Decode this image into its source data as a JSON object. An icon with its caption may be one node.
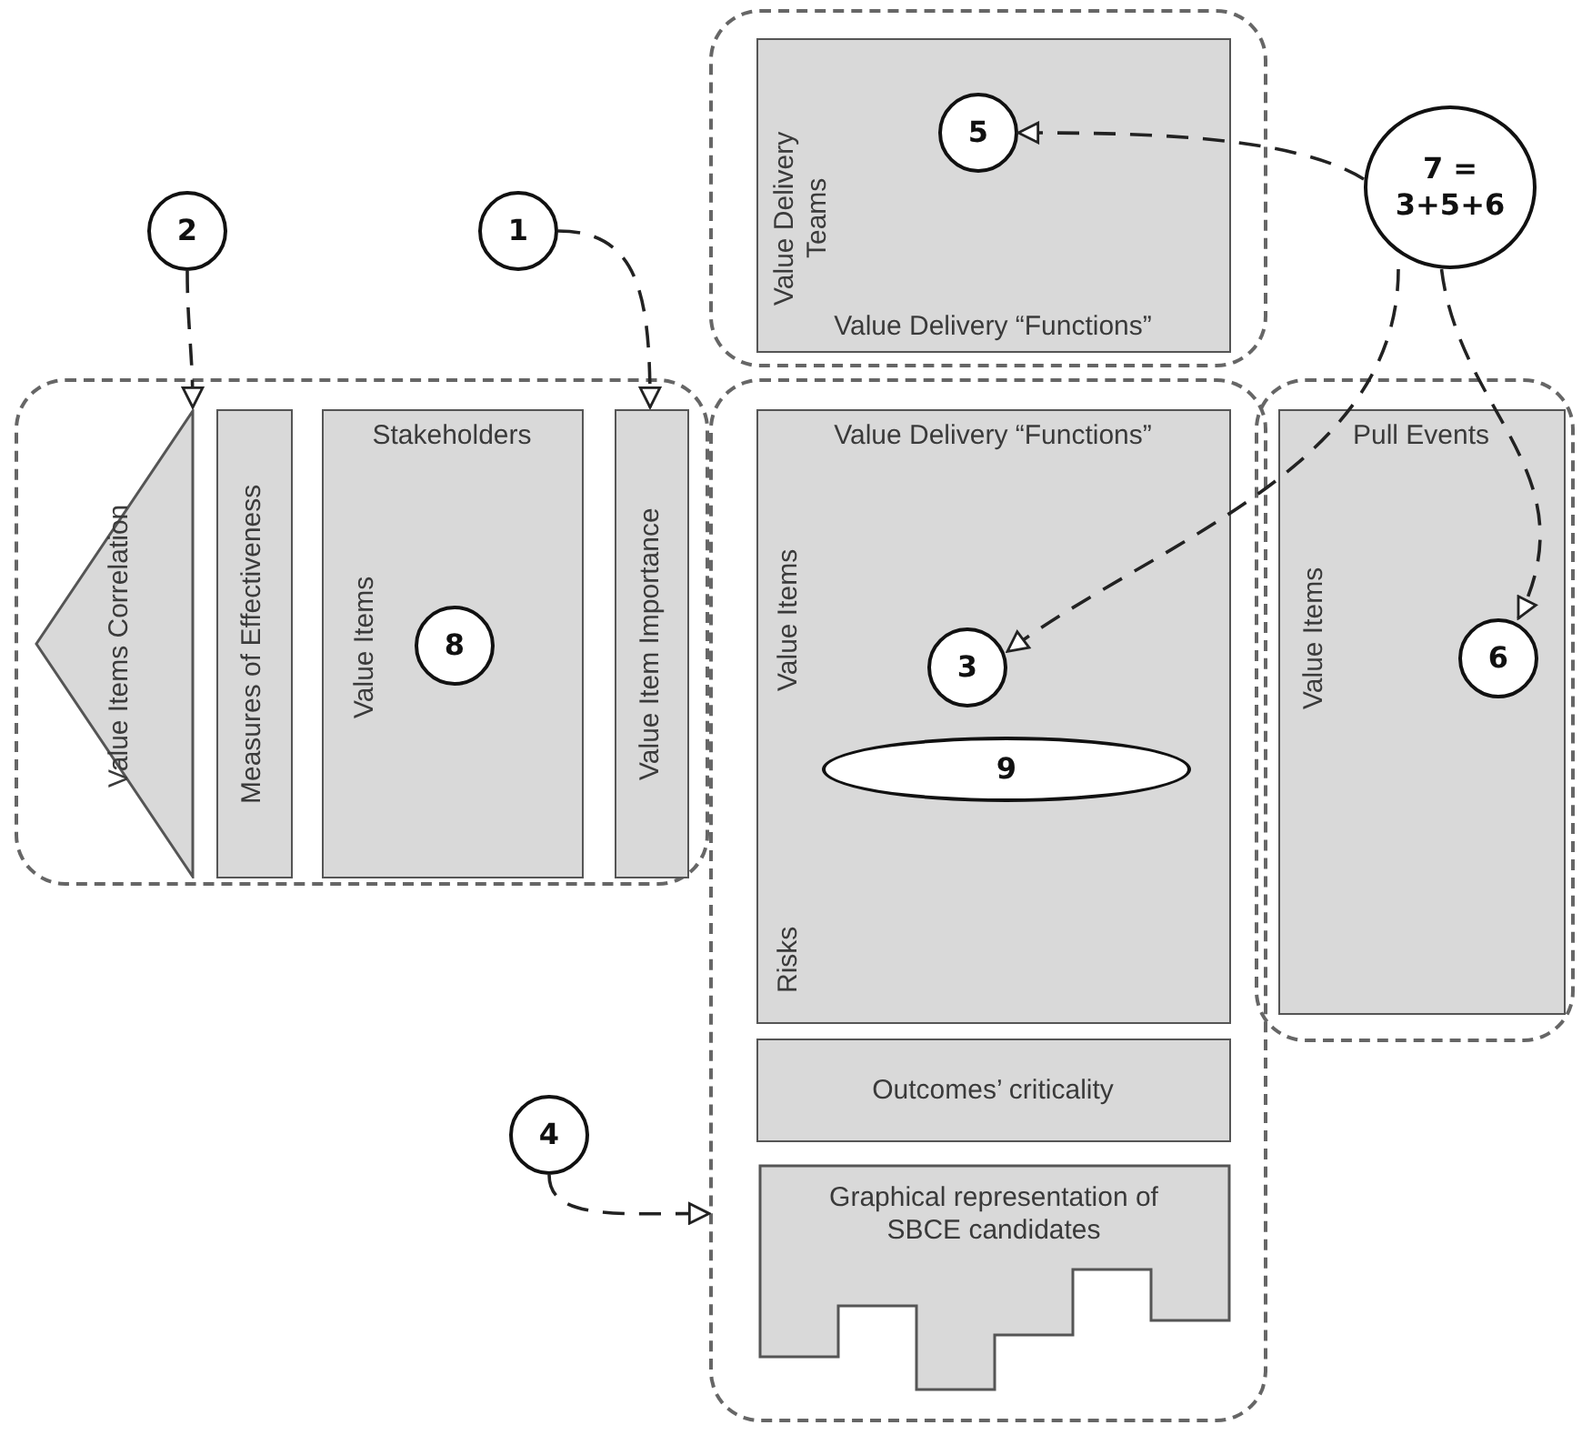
{
  "diagram": {
    "nodes": [
      {
        "text": [],
        "shape": "box"
      },
      {
        "text": [
          "Value Delivery Teams",
          "Value Delivery “Functions”"
        ],
        "in": 0
      },
      {
        "text": [
          "5"
        ],
        "in": 1
      },
      {
        "text": [
          "7 = 3+5+6"
        ]
      },
      {
        "text": [
          "2"
        ]
      },
      {
        "text": [
          "1"
        ]
      },
      {
        "text": [],
        "shape": "box"
      },
      {
        "text": [
          "Value Items Correlation"
        ],
        "in": 6
      },
      {
        "text": [
          "Measures of Effectiveness"
        ],
        "in": 6
      },
      {
        "text": [
          "Stakeholders",
          "Value Items"
        ],
        "in": 6
      },
      {
        "text": [
          "8"
        ],
        "in": 9
      },
      {
        "text": [
          "Value Item Importance"
        ],
        "in": 6
      },
      {
        "text": [],
        "shape": "box"
      },
      {
        "text": [
          "Value Delivery “Functions”",
          "Value Items",
          "Risks"
        ],
        "in": 12
      },
      {
        "text": [
          "3"
        ],
        "in": 13
      },
      {
        "text": [
          "9"
        ],
        "in": 13
      },
      {
        "text": [
          "Outcomes’ criticality"
        ],
        "in": 12
      },
      {
        "text": [
          "Graphical representation of SBCE candidates"
        ],
        "in": 12
      },
      {
        "text": [],
        "shape": "box"
      },
      {
        "text": [
          "Pull Events",
          "Value Items"
        ],
        "in": 18
      },
      {
        "text": [
          "6"
        ],
        "in": 19
      },
      {
        "text": [
          "4"
        ]
      }
    ],
    "edges": [
      {
        "from": 3,
        "to": 2,
        "arrow": "to",
        "style": "dashed"
      },
      {
        "from": 4,
        "to": 7,
        "arrow": "to",
        "style": "dashed"
      },
      {
        "from": 5,
        "to": 11,
        "arrow": "to",
        "style": "dashed"
      },
      {
        "from": 3,
        "to": 14,
        "arrow": "to",
        "style": "dashed"
      },
      {
        "from": 3,
        "to": 20,
        "arrow": "to",
        "style": "dashed"
      },
      {
        "from": 21,
        "to": 12,
        "arrow": "to",
        "style": "dashed"
      }
    ]
  }
}
